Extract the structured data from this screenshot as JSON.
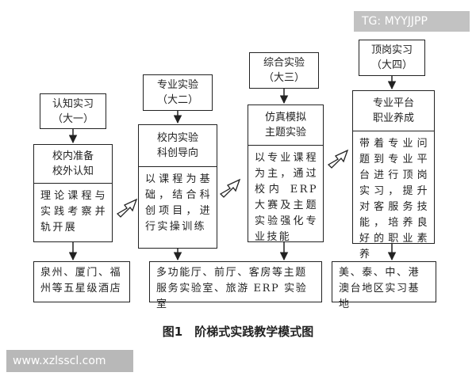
{
  "columns": [
    {
      "header": [
        "认知实习",
        "（大一）"
      ],
      "stage": [
        "校内准备",
        "校外认知"
      ],
      "description": "理论课程与实践考察并轨开展"
    },
    {
      "header": [
        "专业实验",
        "（大二）"
      ],
      "stage": [
        "校内实验",
        "科创导向"
      ],
      "description": "以课程为基础，结合科创项目，进行实操训练"
    },
    {
      "header": [
        "综合实验",
        "（大三）"
      ],
      "stage": [
        "仿真模拟",
        "主题实验"
      ],
      "description": "以专业课程为主，通过校内 ERP 大赛及主题实验强化专业技能"
    },
    {
      "header": [
        "顶岗实习",
        "（大四）"
      ],
      "stage": [
        "专业平台",
        "职业养成"
      ],
      "description": "带着专业问题到专业平台进行顶岗实习，提升对客服务技能，培养良好的职业素养"
    }
  ],
  "bottom": [
    "泉州、厦门、福州等五星级酒店",
    "多功能厅、前厅、客房等主题服务实验室、旅游 ERP 实验室",
    "美、泰、中、港澳台地区实习基地"
  ],
  "caption": "图1　阶梯式实践教学模式图",
  "watermarks": {
    "top": "TG: MYYJJPP",
    "bottom": "www.xzlsscl.com"
  }
}
